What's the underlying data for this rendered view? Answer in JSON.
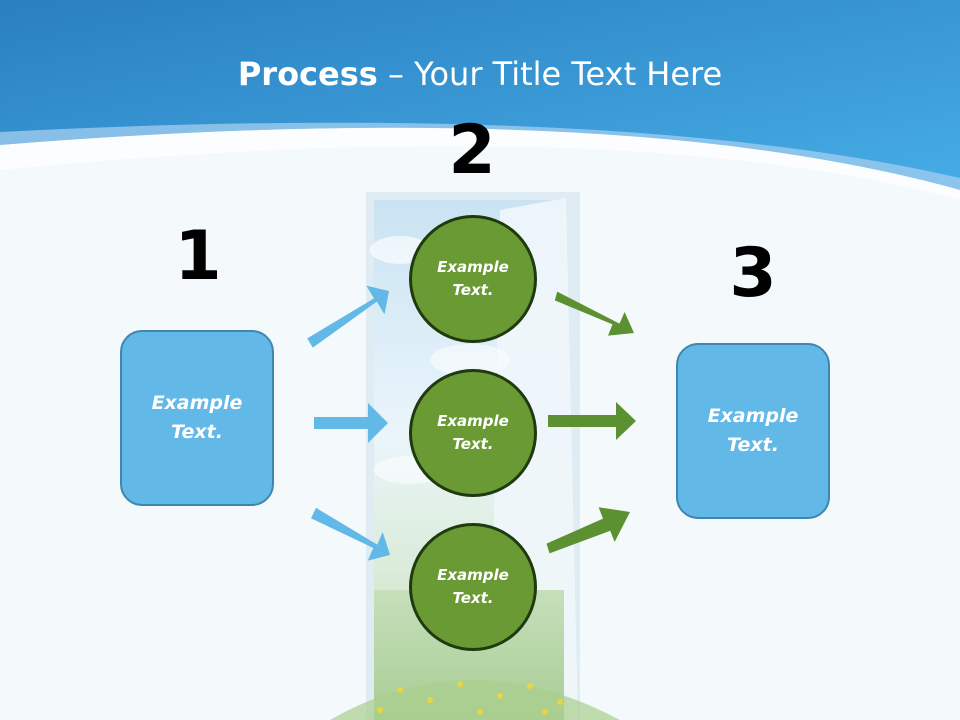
{
  "title": {
    "bold": "Process",
    "rest": " – Your Title Text Here"
  },
  "steps": {
    "n1": "1",
    "n2": "2",
    "n3": "3"
  },
  "left_box": {
    "line1": "Example",
    "line2": "Text."
  },
  "right_box": {
    "line1": "Example",
    "line2": "Text."
  },
  "circles": [
    {
      "line1": "Example",
      "line2": "Text."
    },
    {
      "line1": "Example",
      "line2": "Text."
    },
    {
      "line1": "Example",
      "line2": "Text."
    }
  ],
  "colors": {
    "header_blue": "#2f8fd0",
    "box_blue": "#62b8e6",
    "circle_green": "#699a33",
    "arrow_blue": "#62b8e6",
    "arrow_green": "#5b9130"
  }
}
